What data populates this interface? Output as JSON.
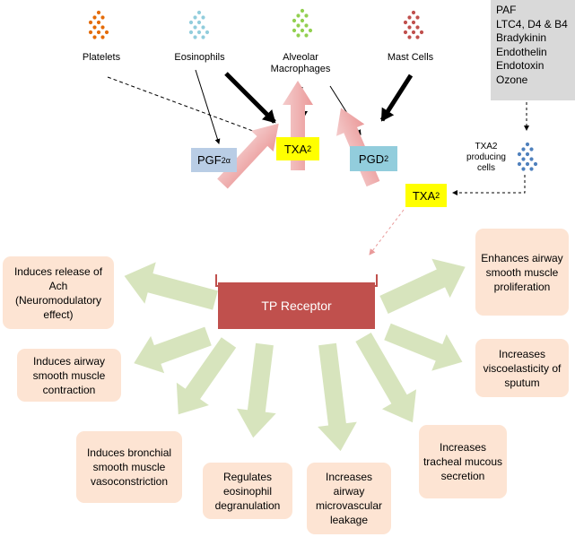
{
  "cells": {
    "platelets": "Platelets",
    "eosinophils": "Eosinophils",
    "alveolar_line1": "Alveolar",
    "alveolar_line2": "Macrophages",
    "mast": "Mast Cells",
    "txa2_producing_line1": "TXA2",
    "txa2_producing_line2": "producing",
    "txa2_producing_line3": "cells"
  },
  "mediators": {
    "pgf": {
      "main": "PGF",
      "sub": "2α"
    },
    "txa_top": {
      "main": "TXA",
      "sub": "2"
    },
    "pgd": {
      "main": "PGD",
      "sub": "2"
    },
    "txa_right": {
      "main": "TXA",
      "sub": "2"
    }
  },
  "stimuli": [
    "PAF",
    "LTC4, D4 & B4",
    "Bradykinin",
    "Endothelin",
    "Endotoxin",
    "Ozone"
  ],
  "receptor": "TP Receptor",
  "outcomes": {
    "release_ach": "Induces release of Ach (Neuromodulatory effect)",
    "airway_contraction": "Induces airway smooth muscle contraction",
    "bronchial_vaso": "Induces bronchial smooth muscle vasoconstriction",
    "eosinophil": "Regulates eosinophil degranulation",
    "leakage": "Increases airway microvascular leakage",
    "tracheal": "Increases tracheal mucous secretion",
    "sputum": "Increases viscoelasticity of sputum",
    "proliferation": "Enhances airway smooth muscle proliferation"
  },
  "colors": {
    "platelet_dots": "#e46c0a",
    "eosinophil_dots": "#92cddc",
    "macrophage_dots": "#92d050",
    "mast_dots": "#c0504d",
    "txa2_cell_dots": "#4f81bd",
    "pgf_box": "#b9cde5",
    "txa_box": "#ffff00",
    "pgd_box": "#92cddc",
    "receptor": "#c0504d",
    "outcome_box": "#fde4d3",
    "green_arrow": "#d7e4bd",
    "pink_arrow": "#f2b8b8",
    "stimuli_box": "#d9d9d9"
  }
}
